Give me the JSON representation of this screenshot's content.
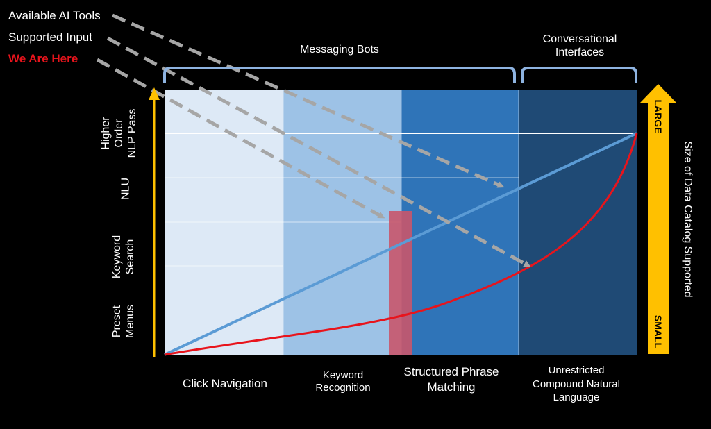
{
  "legend": {
    "available_ai_tools": "Available AI Tools",
    "supported_input": "Supported Input",
    "we_are_here": "We Are Here"
  },
  "brackets": {
    "messaging_bots": "Messaging Bots",
    "conversational_line1": "Conversational",
    "conversational_line2": "Interfaces"
  },
  "y_levels": {
    "higher_order_line1": "Higher",
    "higher_order_line2": "Order",
    "higher_order_line3": "NLP Pass",
    "nlu": "NLU",
    "keyword_search_line1": "Keyword",
    "keyword_search_line2": "Search",
    "preset_menus_line1": "Preset",
    "preset_menus_line2": "Menus"
  },
  "x_categories": {
    "click_navigation": "Click Navigation",
    "keyword_recognition_line1": "Keyword",
    "keyword_recognition_line2": "Recognition",
    "structured_line1": "Structured Phrase",
    "structured_line2": "Matching",
    "unrestricted_line1": "Unrestricted",
    "unrestricted_line2": "Compound Natural",
    "unrestricted_line3": "Language"
  },
  "right_axis": {
    "title": "Size of Data Catalog Supported",
    "top_word": "LARGE",
    "bottom_word": "SMALL"
  },
  "colors": {
    "background": "#000000",
    "zone_1": "#dde9f6",
    "zone_2": "#9dc2e6",
    "zone_3": "#2f74b8",
    "zone_4": "#1f4a75",
    "blue_line": "#5b9bd5",
    "red_curve": "#e8141c",
    "marker": "#c9566c",
    "arrow": "#a6a6a6",
    "axis_arrow": "#ffc000",
    "bracket": "#8eb3e0",
    "we_are_here": "#e8141c"
  }
}
